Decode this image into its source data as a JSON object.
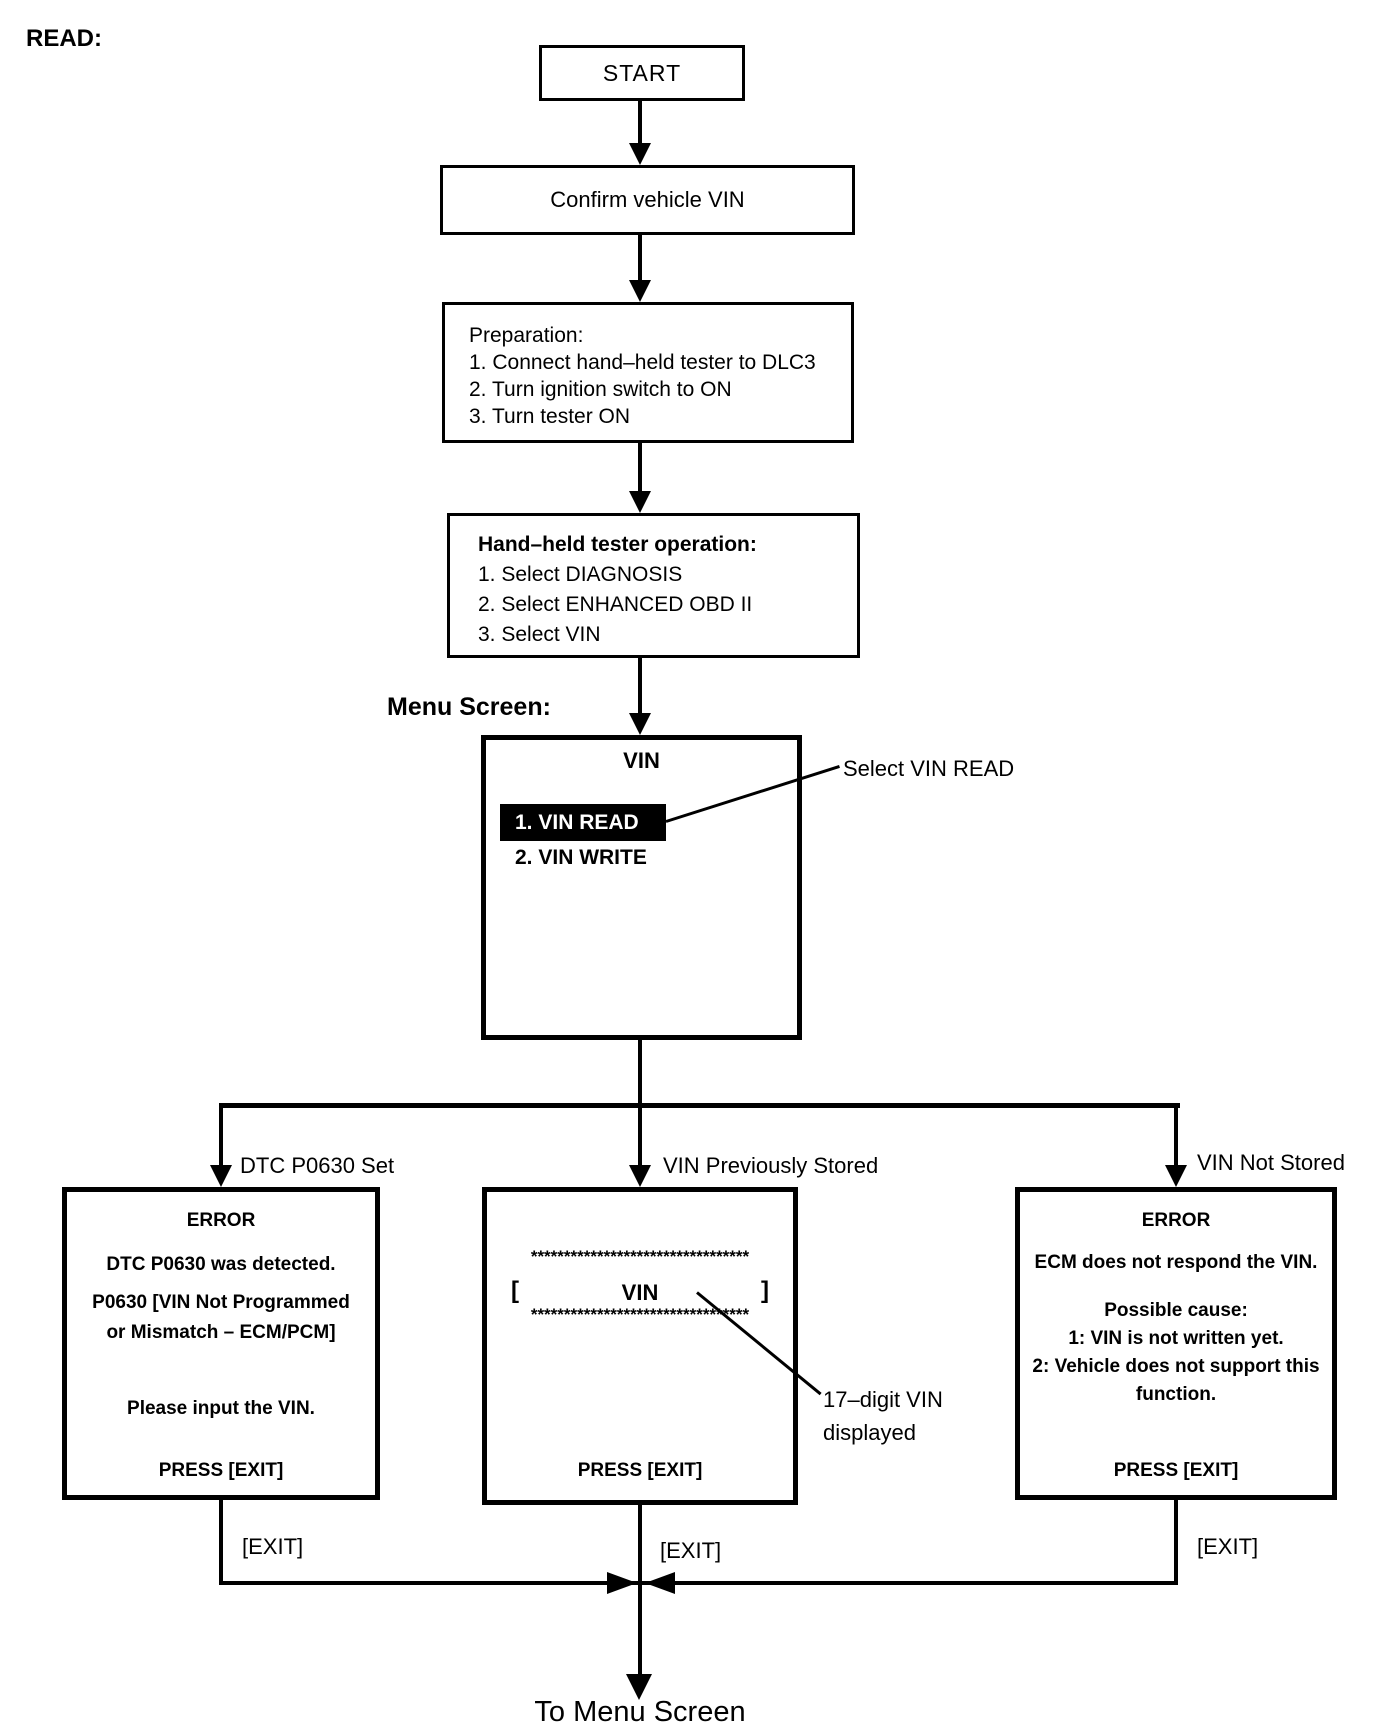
{
  "page": {
    "label": "READ:",
    "footer": "To Menu Screen"
  },
  "colors": {
    "ink": "#000000",
    "paper": "#ffffff",
    "highlight_bg": "#000000",
    "highlight_text": "#ffffff"
  },
  "start_box": {
    "label": "START"
  },
  "confirm_box": {
    "label": "Confirm vehicle VIN"
  },
  "preparation_box": {
    "title": "Preparation:",
    "items": [
      "1. Connect hand–held tester to DLC3",
      "2. Turn ignition switch to ON",
      "3. Turn tester ON"
    ]
  },
  "tester_box": {
    "title": "Hand–held tester operation:",
    "items": [
      "1. Select DIAGNOSIS",
      "2. Select ENHANCED OBD II",
      "3. Select VIN"
    ]
  },
  "menu_screen": {
    "label": "Menu Screen:",
    "title": "VIN",
    "selected_item": "1. VIN READ",
    "second_item": "2. VIN WRITE",
    "callout": "Select VIN READ"
  },
  "branch_labels": {
    "left": "DTC P0630 Set",
    "middle": "VIN Previously Stored",
    "right": "VIN Not Stored"
  },
  "dtc_error_box": {
    "title": "ERROR",
    "line1": "DTC P0630 was detected.",
    "line2": "P0630 [VIN Not Programmed",
    "line3": "or Mismatch – ECM/PCM]",
    "line4": "Please input the VIN.",
    "press": "PRESS [EXIT]"
  },
  "vin_display_box": {
    "stars_top": "*********************************",
    "bracket_open": "[",
    "vin_label": "VIN",
    "bracket_close": "]",
    "stars_bottom": "*********************************",
    "press": "PRESS [EXIT]",
    "callout_line1": "17–digit VIN",
    "callout_line2": "displayed"
  },
  "ecm_error_box": {
    "title": "ERROR",
    "line1": "ECM does not respond the VIN.",
    "cause_title": "Possible cause:",
    "cause1": "1: VIN is not written yet.",
    "cause2": "2: Vehicle does not support this",
    "cause3": "function.",
    "press": "PRESS [EXIT]"
  },
  "exit_labels": {
    "left": "[EXIT]",
    "middle": "[EXIT]",
    "right": "[EXIT]"
  }
}
